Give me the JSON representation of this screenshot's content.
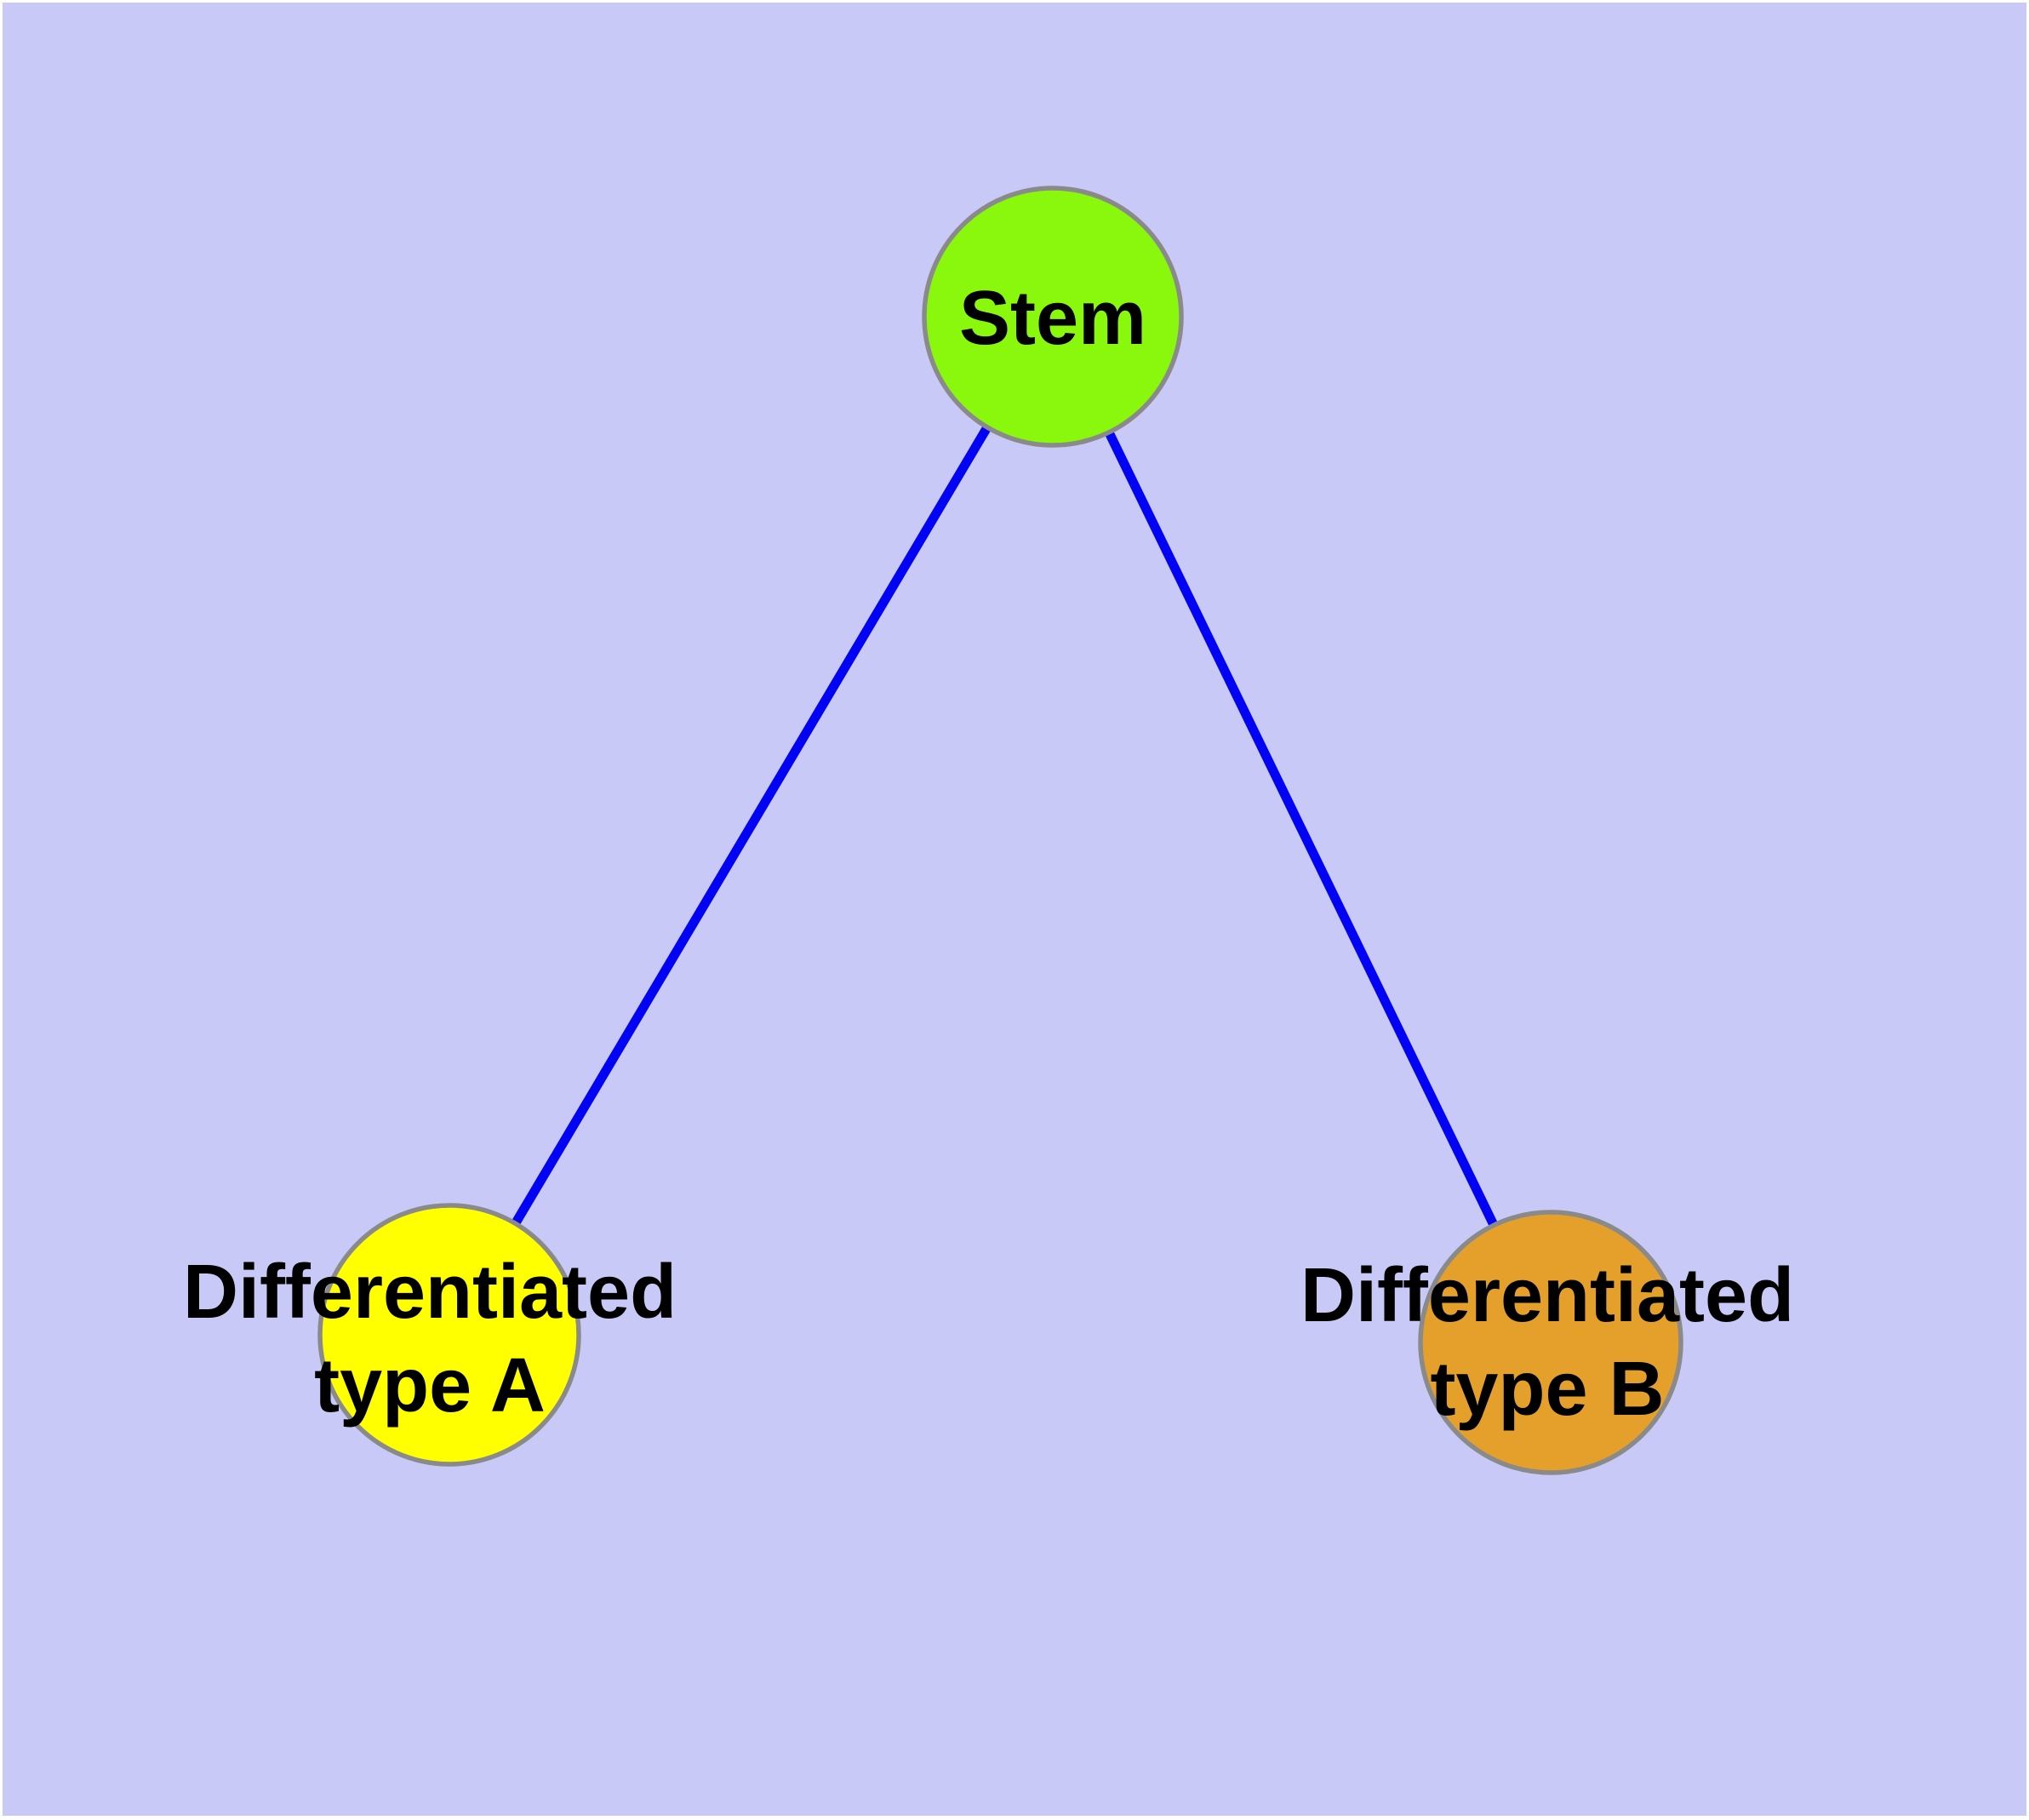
{
  "figure": {
    "type": "node-link-diagram",
    "background_color": "#ffffff",
    "plot_background_color": "#c9c9f7"
  },
  "style": {
    "edge_color": "#0202f5",
    "node_border_color": "#8a8a8a",
    "label_color": "#000000"
  },
  "graph": {
    "nodes": {
      "stem": {
        "label": "Stem",
        "color": "#8af80c"
      },
      "diff_a": {
        "label_line1": "Differentiated",
        "label_line2": "type A",
        "color": "#ffff00"
      },
      "diff_b": {
        "label_line1": "Differentiated",
        "label_line2": "type B",
        "color": "#e5a02c"
      }
    },
    "edges": [
      {
        "from": "Stem",
        "to": "Differentiated type A"
      },
      {
        "from": "Stem",
        "to": "Differentiated type B"
      }
    ]
  }
}
